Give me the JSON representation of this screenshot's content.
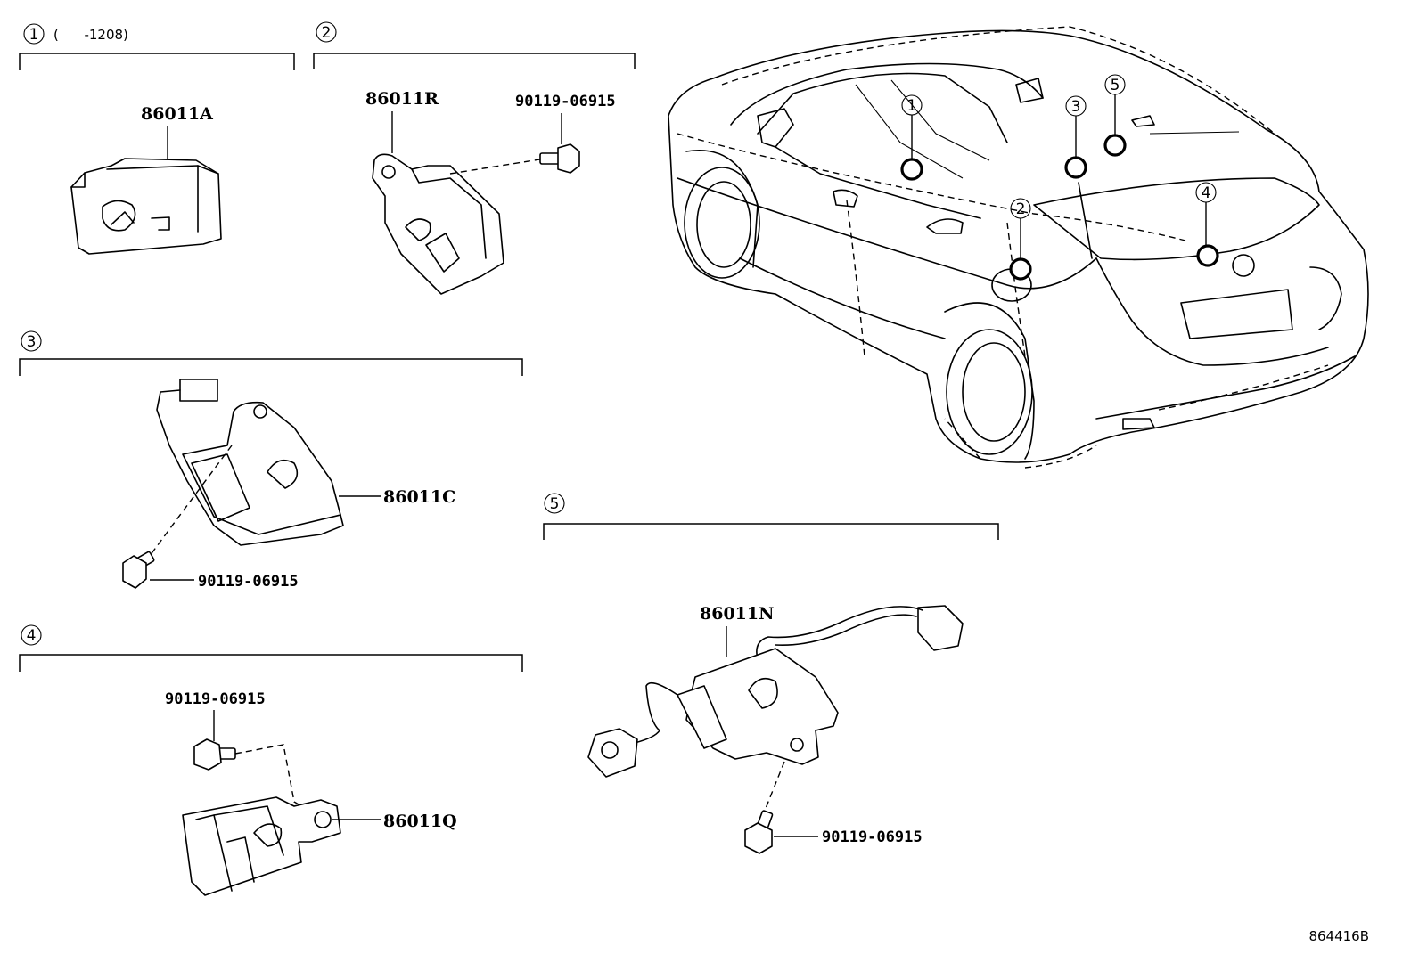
{
  "sections": [
    {
      "num": "1",
      "note": "(      -1208)",
      "parts": [
        "86011A"
      ]
    },
    {
      "num": "2",
      "parts": [
        "86011R",
        "90119-06915"
      ]
    },
    {
      "num": "3",
      "parts": [
        "86011C",
        "90119-06915"
      ]
    },
    {
      "num": "4",
      "parts": [
        "90119-06915",
        "86011Q"
      ]
    },
    {
      "num": "5",
      "parts": [
        "86011N",
        "90119-06915"
      ]
    }
  ],
  "car_callouts": [
    "1",
    "2",
    "3",
    "4",
    "5"
  ],
  "diagram_code": "864416B"
}
